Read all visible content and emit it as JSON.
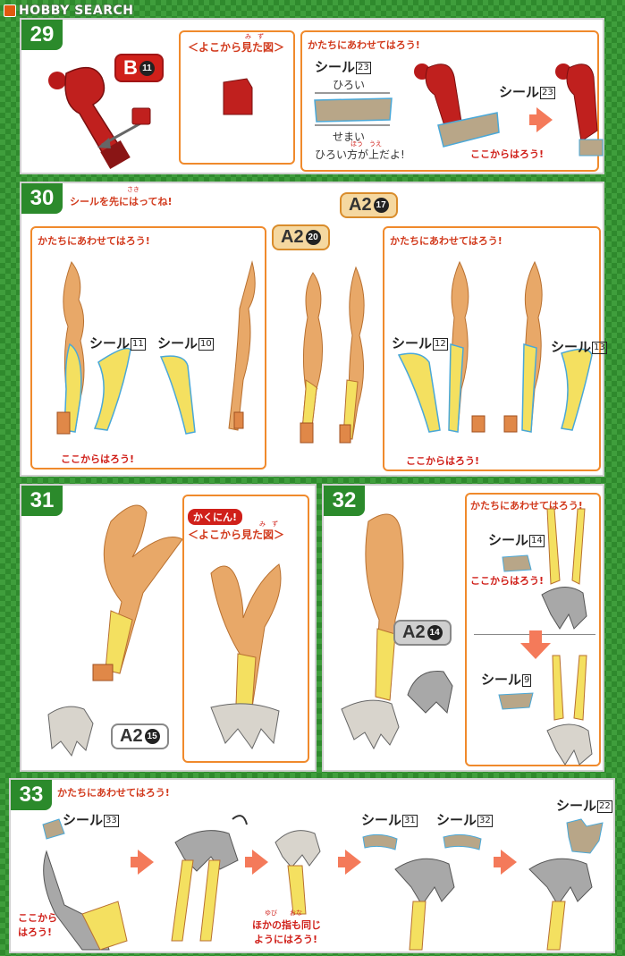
{
  "watermark": {
    "text": "HOBBY SEARCH"
  },
  "colors": {
    "background": "#3f9e3c",
    "accent": "#f08a2c",
    "warning": "#d0201a",
    "step": "#2b8a2b"
  },
  "step29": {
    "number": "29",
    "part_tag": {
      "label": "B",
      "num": "11"
    },
    "side_view_title": "＜よこから見た図＞",
    "side_view_ruby": "み　ず",
    "instruction": "かたちにあわせてはろう!",
    "sticker_label": "シール",
    "sticker_num": "23",
    "wide": "ひろい",
    "narrow": "せまい",
    "wide_up": "ひろい方が上だよ!",
    "wide_up_ruby": "ほう　うえ",
    "start_here": "ここからはろう!",
    "sticker_right_num": "23"
  },
  "step30": {
    "number": "30",
    "instruction_top": "シールを先にはってね!",
    "instruction_ruby": "さき",
    "left_instruction": "かたちにあわせてはろう!",
    "right_instruction": "かたちにあわせてはろう!",
    "tag_a": {
      "label": "A2",
      "num": "17"
    },
    "tag_b": {
      "label": "A2",
      "num": "20"
    },
    "sticker_label": "シール",
    "s11": "11",
    "s10": "10",
    "s12": "12",
    "s13": "13",
    "start_left": "ここからはろう!",
    "start_right": "ここからはろう!"
  },
  "step31": {
    "number": "31",
    "badge": "かくにん!",
    "side_view_title": "＜よこから見た図＞",
    "side_view_ruby": "み　ず",
    "tag": {
      "label": "A2",
      "num": "15"
    }
  },
  "step32": {
    "number": "32",
    "tag": {
      "label": "A2",
      "num": "14"
    },
    "instruction": "かたちにあわせてはろう!",
    "sticker_label": "シール",
    "s14": "14",
    "s9": "9",
    "start_here": "ここからはろう!"
  },
  "step33": {
    "number": "33",
    "instruction": "かたちにあわせてはろう!",
    "sticker_label": "シール",
    "s33": "33",
    "s31": "31",
    "s32": "32",
    "s22": "22",
    "start_line1": "ここから",
    "start_line2": "はろう!",
    "other_fingers_line1": "ほかの指も同じ",
    "other_fingers_line2": "ようにはろう!",
    "other_fingers_ruby": "ゆび　　おな"
  }
}
